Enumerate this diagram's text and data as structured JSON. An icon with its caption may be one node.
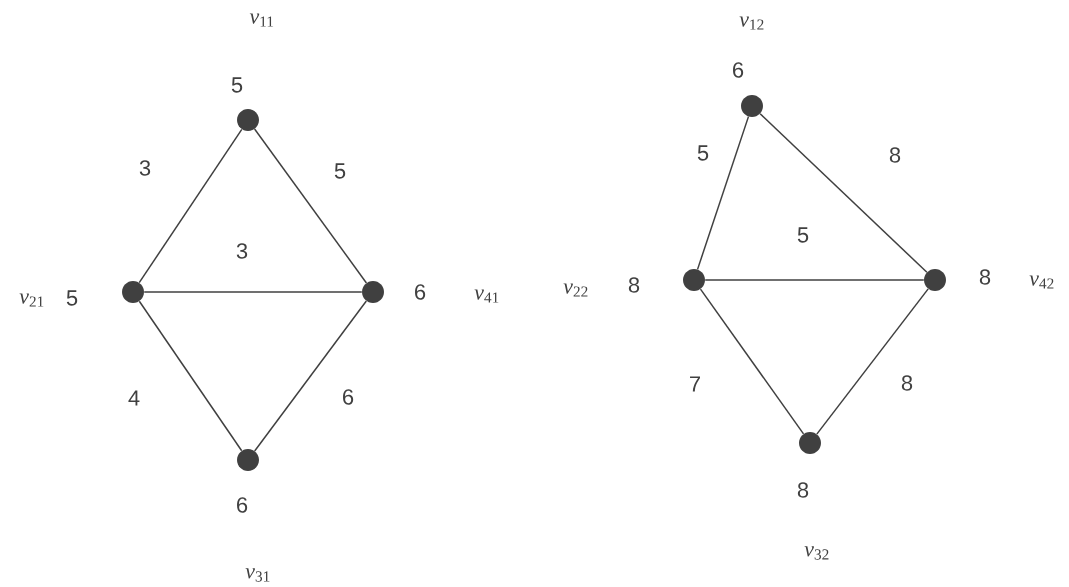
{
  "diagram": {
    "nodes": [
      {
        "text": [],
        "shape": "circle",
        "beside": [
          "5",
          "*v*$_{11}$"
        ]
      },
      {
        "text": [],
        "shape": "circle",
        "beside": [
          "5",
          "*v*$_{21}$"
        ]
      },
      {
        "text": [],
        "shape": "circle",
        "beside": [
          "6",
          "*v*$_{41}$"
        ]
      },
      {
        "text": [],
        "shape": "circle",
        "beside": [
          "6",
          "*v*$_{31}$"
        ]
      },
      {
        "text": [],
        "shape": "circle",
        "beside": [
          "6",
          "*v*$_{12}$"
        ]
      },
      {
        "text": [],
        "shape": "circle",
        "beside": [
          "8",
          "*v*$_{22}$"
        ]
      },
      {
        "text": [],
        "shape": "circle",
        "beside": [
          "8",
          "*v*$_{42}$"
        ]
      },
      {
        "text": [],
        "shape": "circle",
        "beside": [
          "8",
          "*v*$_{32}$"
        ]
      }
    ],
    "edges": [
      {
        "from": 0,
        "to": 1,
        "arrow": "none",
        "label": "3"
      },
      {
        "from": 0,
        "to": 2,
        "arrow": "none",
        "label": "5"
      },
      {
        "from": 1,
        "to": 2,
        "arrow": "none",
        "label": "3"
      },
      {
        "from": 1,
        "to": 3,
        "arrow": "none",
        "label": "4"
      },
      {
        "from": 2,
        "to": 3,
        "arrow": "none",
        "label": "6"
      },
      {
        "from": 4,
        "to": 5,
        "arrow": "none",
        "label": "5"
      },
      {
        "from": 4,
        "to": 6,
        "arrow": "none",
        "label": "8"
      },
      {
        "from": 5,
        "to": 6,
        "arrow": "none",
        "label": "5"
      },
      {
        "from": 5,
        "to": 7,
        "arrow": "none",
        "label": "7"
      },
      {
        "from": 6,
        "to": 7,
        "arrow": "none",
        "label": "8"
      }
    ]
  }
}
